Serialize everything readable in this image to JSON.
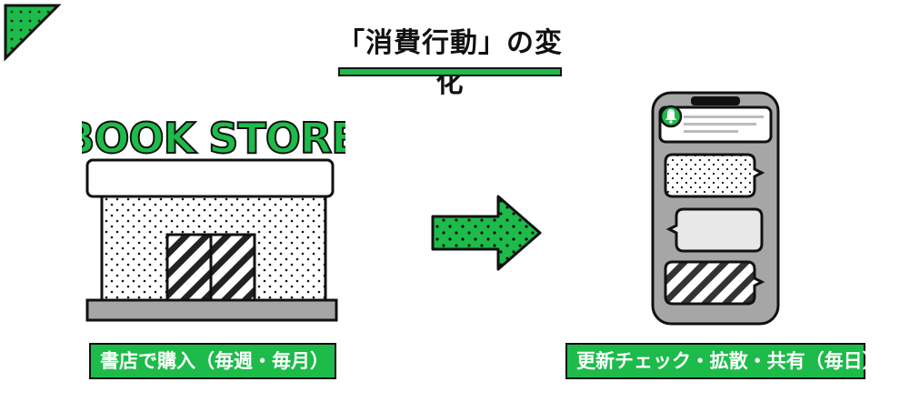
{
  "title": "「消費行動」の変化",
  "store_sign": "BOOK STORE",
  "captions": {
    "left": "書店で購入（毎週・毎月）",
    "right": "更新チェック・拡散・共有（毎日）"
  },
  "colors": {
    "accent": "#1dbb4a",
    "outline": "#111111",
    "phone_body": "#a6a6a6",
    "bubble_fill": "#e8e8e8"
  },
  "icons": {
    "notification": "bell-icon",
    "arrow": "right-arrow-icon",
    "corner": "corner-triangle-icon"
  }
}
